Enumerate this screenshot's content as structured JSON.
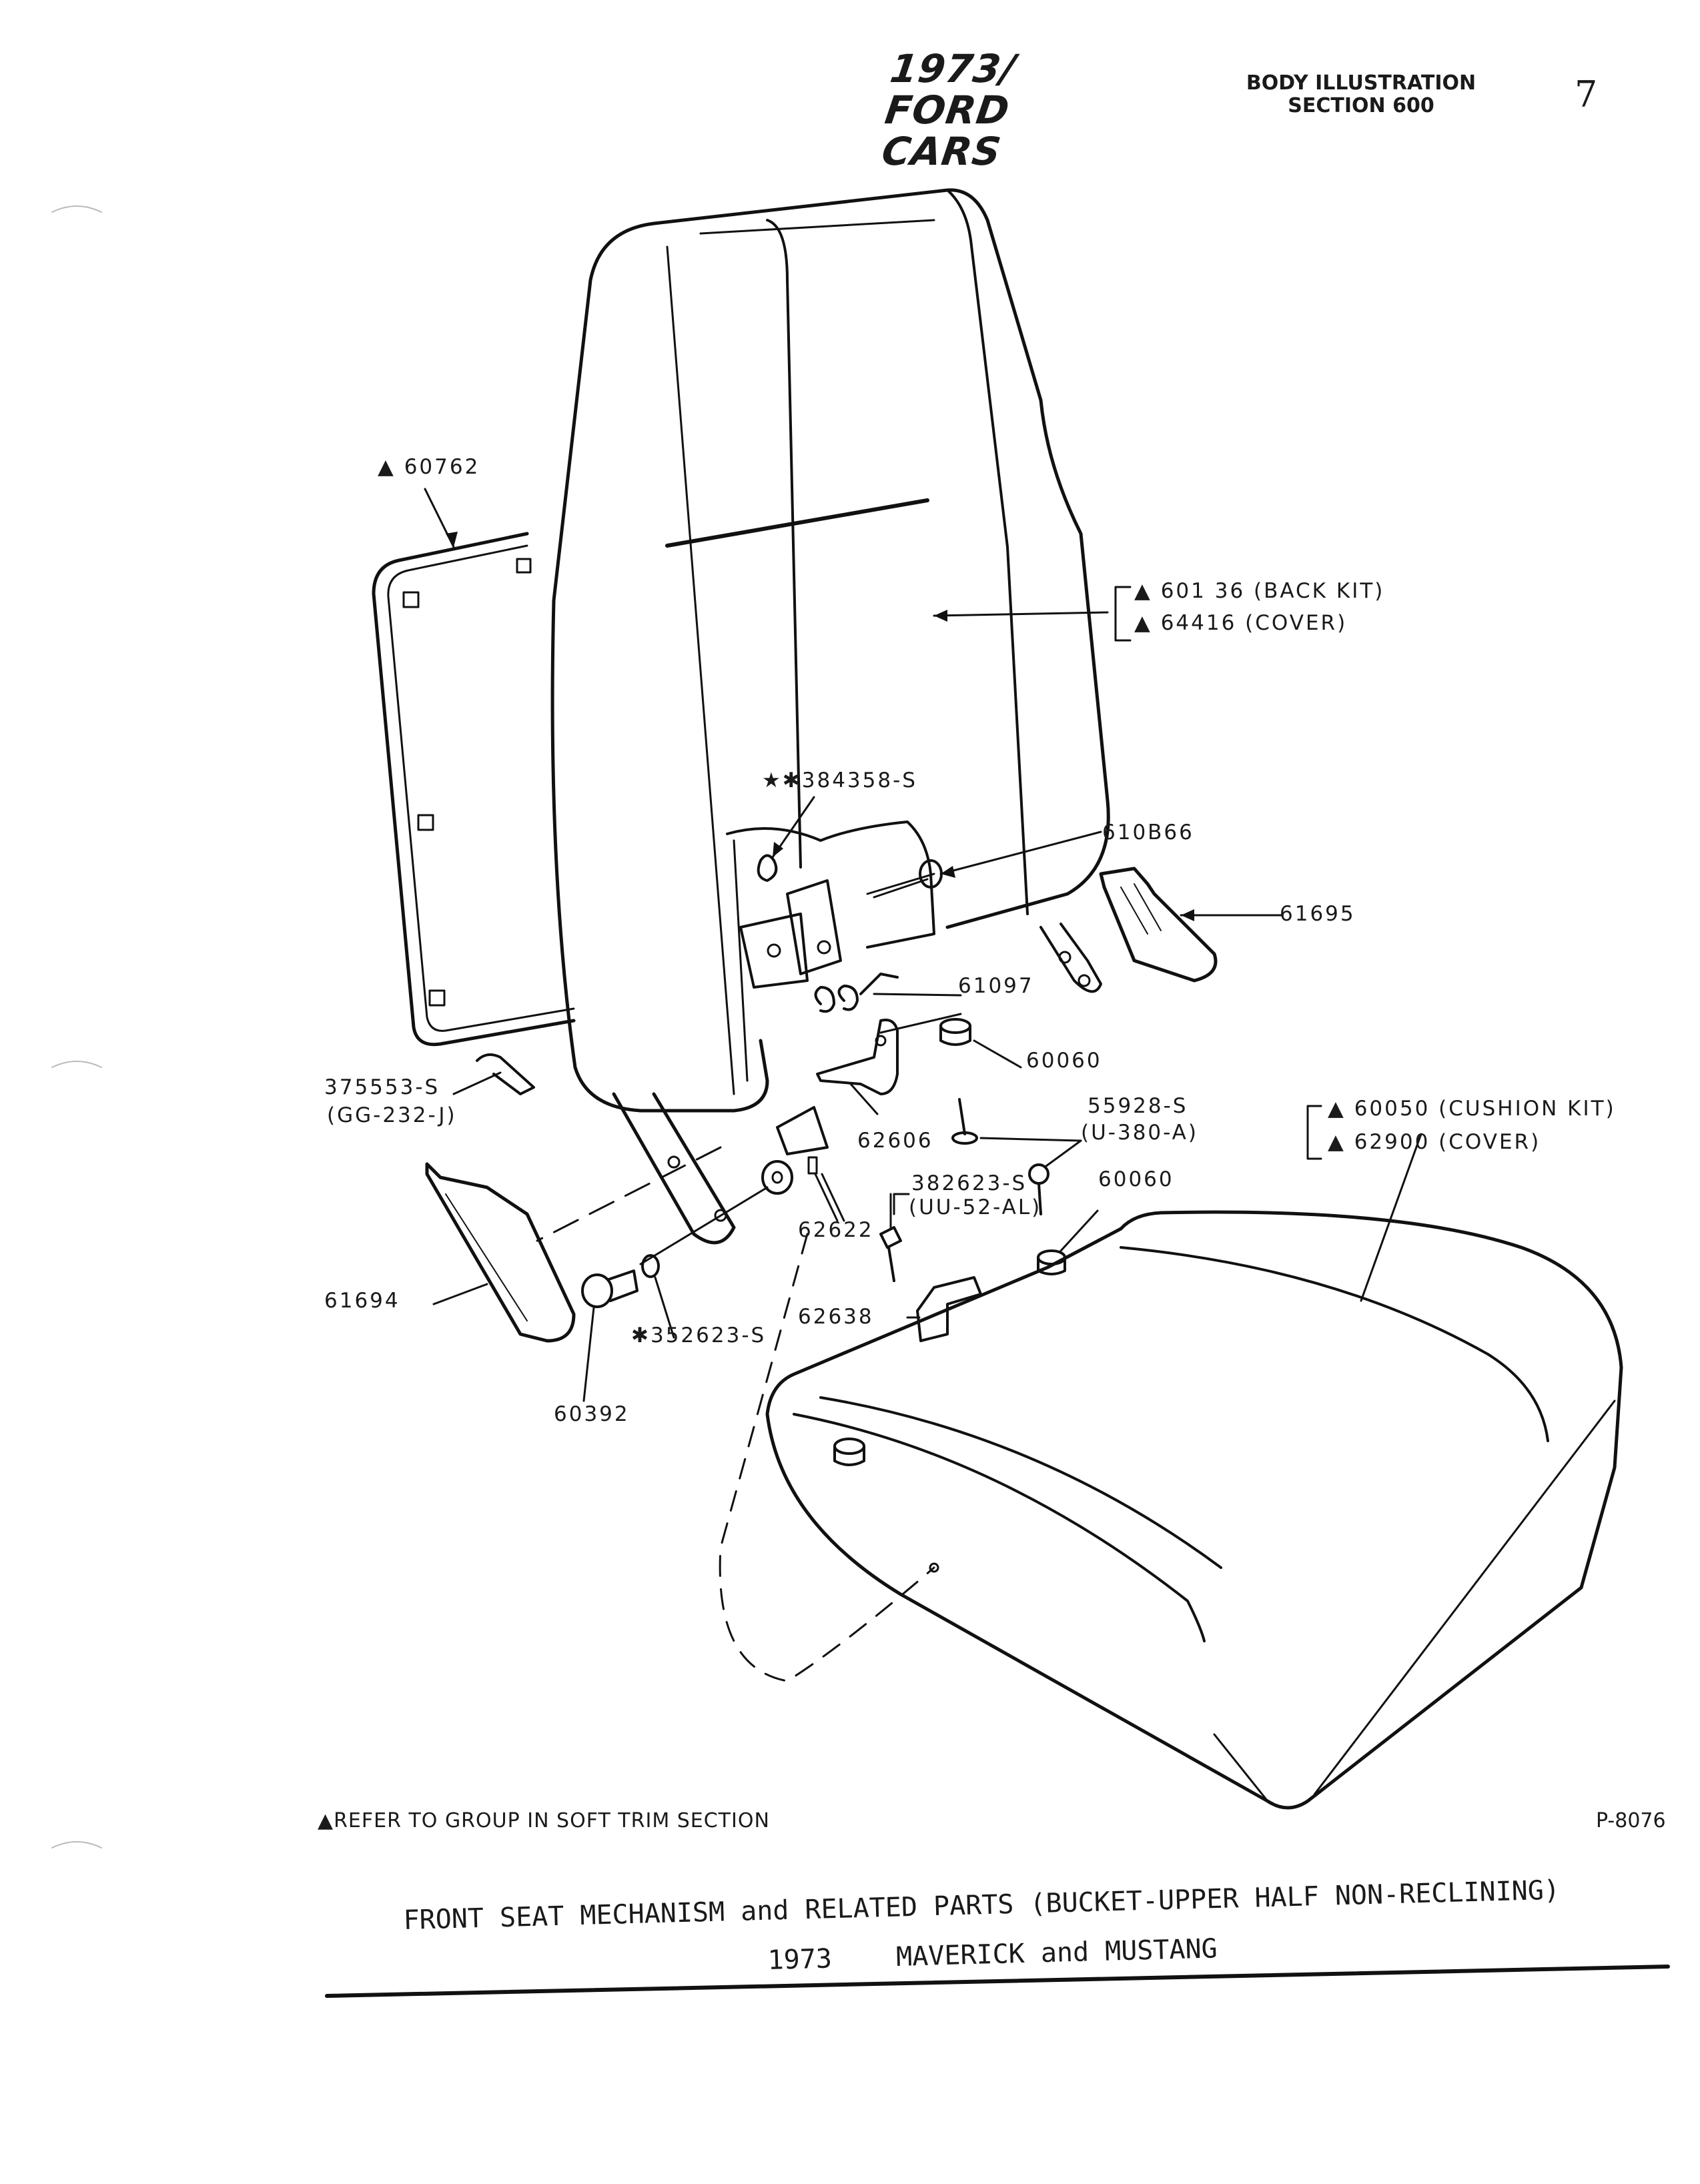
{
  "header": {
    "brand_line1": "1973/",
    "brand_line2": "FORD CARS",
    "section_line1": "BODY ILLUSTRATION",
    "section_line2": "SECTION 600",
    "page_number": "7"
  },
  "callouts": {
    "c60762": "▲ 60762",
    "c60136": "▲ 601 36 (BACK KIT)",
    "c64416": "▲ 64416 (COVER)",
    "c384358": "★✱384358-S",
    "c610B66": "610B66",
    "c61695": "61695",
    "c61097": "61097",
    "c60060a": "60060",
    "c375553": "375553-S",
    "c375553sub": "(GG-232-J)",
    "c55928": "55928-S",
    "c55928sub": "(U-380-A)",
    "c60050": "▲ 60050 (CUSHION KIT)",
    "c62900": "▲ 62900 (COVER)",
    "c62606": "62606",
    "c382623": "382623-S",
    "c382623sub": "(UU-52-AL)",
    "c60060b": "60060",
    "c62622": "62622",
    "c61694": "61694",
    "c352623": "✱352623-S",
    "c62638": "62638",
    "c60392": "60392"
  },
  "footer": {
    "note": "▲REFER TO GROUP IN SOFT TRIM SECTION",
    "plate_code": "P-8076",
    "caption_line1": "FRONT SEAT MECHANISM and RELATED PARTS (BUCKET-UPPER HALF NON-RECLINING)",
    "caption_line2": "1973    MAVERICK and MUSTANG"
  }
}
